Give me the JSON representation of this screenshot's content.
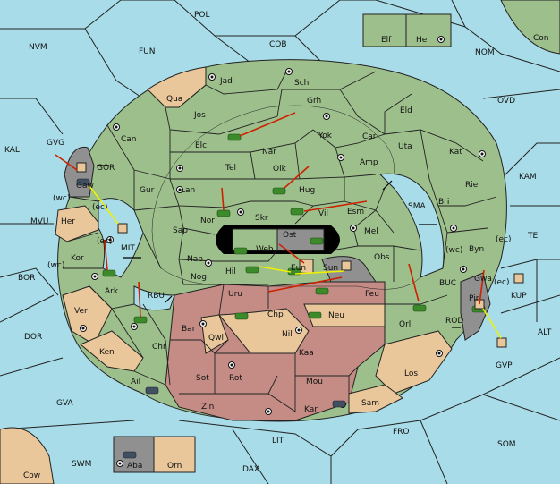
{
  "colors": {
    "sea": "#a8dce8",
    "green_power": "#9dbf8c",
    "tan_power": "#e9c79a",
    "red_power": "#c48c84",
    "gray_power": "#909090",
    "order_arrow": "#cc2200",
    "support_arrow": "#f0f000"
  },
  "regions": {
    "POL": "POL",
    "NVM": "NVM",
    "FUN": "FUN",
    "COB": "COB",
    "NOM": "NOM",
    "Con": "Con",
    "Elf": "Elf",
    "Hel": "Hel",
    "OVD": "OVD",
    "KAL": "KAL",
    "GVG": "GVG",
    "GOR": "GOR",
    "Gaw": "Gaw",
    "wc1": "(wc)",
    "ec1": "(ec)",
    "MVU": "MVU",
    "Her": "Her",
    "MIT": "MIT",
    "ec2": "(ec)",
    "wc2": "(wc)",
    "Kor": "Kor",
    "BOR": "BOR",
    "Ark": "Ark",
    "RBU": "RBU",
    "Ver": "Ver",
    "DOR": "DOR",
    "Ken": "Ken",
    "Chr": "Chr",
    "Ail": "Ail",
    "GVA": "GVA",
    "Zin": "Zin",
    "Jad": "Jad",
    "Sch": "Sch",
    "Qua": "Qua",
    "Jos": "Jos",
    "Grh": "Grh",
    "Can": "Can",
    "Elc": "Elc",
    "Nar": "Nar",
    "Yok": "Yok",
    "Car": "Car",
    "Eld": "Eld",
    "Uta": "Uta",
    "Kat": "Kat",
    "KAM": "KAM",
    "Amp": "Amp",
    "Tel": "Tel",
    "Olk": "Olk",
    "Gur": "Gur",
    "Lan": "Lan",
    "Hug": "Hug",
    "Rie": "Rie",
    "SMA": "SMA",
    "Vil": "Vil",
    "Esm": "Esm",
    "Bri": "Bri",
    "Nor": "Nor",
    "Skr": "Skr",
    "Sap": "Sap",
    "Ost": "Ost",
    "Web": "Web",
    "Mel": "Mel",
    "TEI": "TEI",
    "wc3": "(wc)",
    "Byn": "Byn",
    "ec3": "(ec)",
    "Obs": "Obs",
    "Nab": "Nab",
    "Eun": "Eun",
    "Hil": "Hil",
    "Sun": "Sun",
    "Nog": "Nog",
    "BUC": "BUC",
    "Gwa": "Gwa",
    "ec4": "(ec)",
    "KUP": "KUP",
    "Uru": "Uru",
    "Feu": "Feu",
    "Pir": "Pir",
    "Bar": "Bar",
    "Chp": "Chp",
    "Neu": "Neu",
    "Orl": "Orl",
    "ROD": "ROD",
    "Qwi": "Qwi",
    "Nil": "Nil",
    "ALT": "ALT",
    "GVP": "GVP",
    "Kaa": "Kaa",
    "Sot": "Sot",
    "Rot": "Rot",
    "Los": "Los",
    "Mou": "Mou",
    "Sam": "Sam",
    "Kar": "Kar",
    "FRO": "FRO",
    "LIT": "LIT",
    "SOM": "SOM",
    "SWM": "SWM",
    "Aba": "Aba",
    "Orn": "Orn",
    "DAX": "DAX",
    "Cow": "Cow"
  },
  "icons": [
    "supply-center-icon",
    "tank-icon",
    "order-arrow-icon",
    "support-arrow-icon",
    "convoy-double-arrow-icon"
  ]
}
